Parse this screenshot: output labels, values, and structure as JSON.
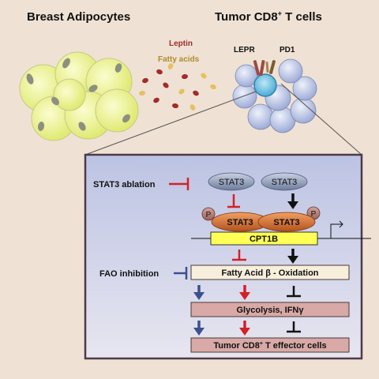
{
  "titles": {
    "adipocytes": "Breast Adipocytes",
    "tcells": "Tumor CD8",
    "tcells_sup": "+",
    "tcells_suffix": " T cells"
  },
  "secreted": {
    "leptin": "Leptin",
    "fatty_acids": "Fatty acids"
  },
  "receptors": {
    "lepr": "LEPR",
    "pd1": "PD1"
  },
  "inset": {
    "stat3_ablation": "STAT3 ablation",
    "fao_inhibition": "FAO inhibition",
    "stat3": "STAT3",
    "phospho": "P",
    "cpt1b": "CPT1B",
    "fao": "Fatty Acid β - Oxidation",
    "glycolysis": "Glycolysis, IFNγ",
    "effector_prefix": "Tumor CD8",
    "effector_sup": "+",
    "effector_suffix": " T effector cells"
  },
  "colors": {
    "background": "#efe2d4",
    "inset_fill": "#cfd4ea",
    "adipocyte": "#f3f59a",
    "leptin": "#a52a2a",
    "fatty_acid": "#e5c060",
    "tcell": "#b8c4e6",
    "stat3_gray": "#8f9cb8",
    "stat3_orange": "#d9712e",
    "cpt1b_yellow": "#ffff55",
    "fao_box": "#f7efdb",
    "lower_box": "#d8a9a6",
    "inhibit_red": "#d42027",
    "inhibit_blue": "#3c4f8f",
    "arrow_black": "#111111"
  }
}
